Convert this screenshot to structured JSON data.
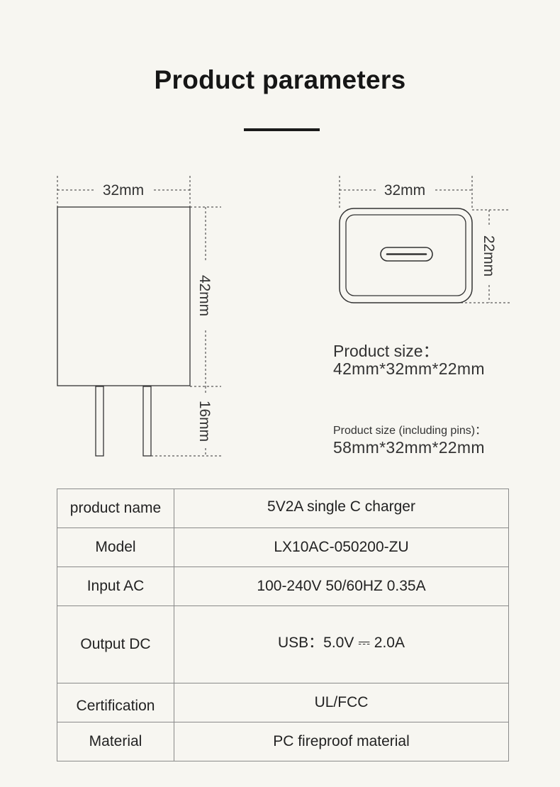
{
  "header": {
    "title": "Product parameters"
  },
  "diagram": {
    "front_width": "32mm",
    "front_height": "42mm",
    "pin_length": "16mm",
    "side_width": "32mm",
    "side_depth": "22mm"
  },
  "info": {
    "size_label": "Product size：",
    "size_value": "42mm*32mm*22mm",
    "pins_label": "Product size (including pins)：",
    "pins_value": "58mm*32mm*22mm"
  },
  "table": {
    "rows": [
      {
        "key": "product name",
        "value": "5V2A single C charger"
      },
      {
        "key": "Model",
        "value": "LX10AC-050200-ZU"
      },
      {
        "key": "Input AC",
        "value": "100-240V 50/60HZ 0.35A"
      },
      {
        "key": "Output DC",
        "value": "USB：5.0V ⎓ 2.0A"
      },
      {
        "key": "Certification",
        "value": "UL/FCC"
      },
      {
        "key": "Material",
        "value": "PC fireproof material"
      }
    ]
  }
}
